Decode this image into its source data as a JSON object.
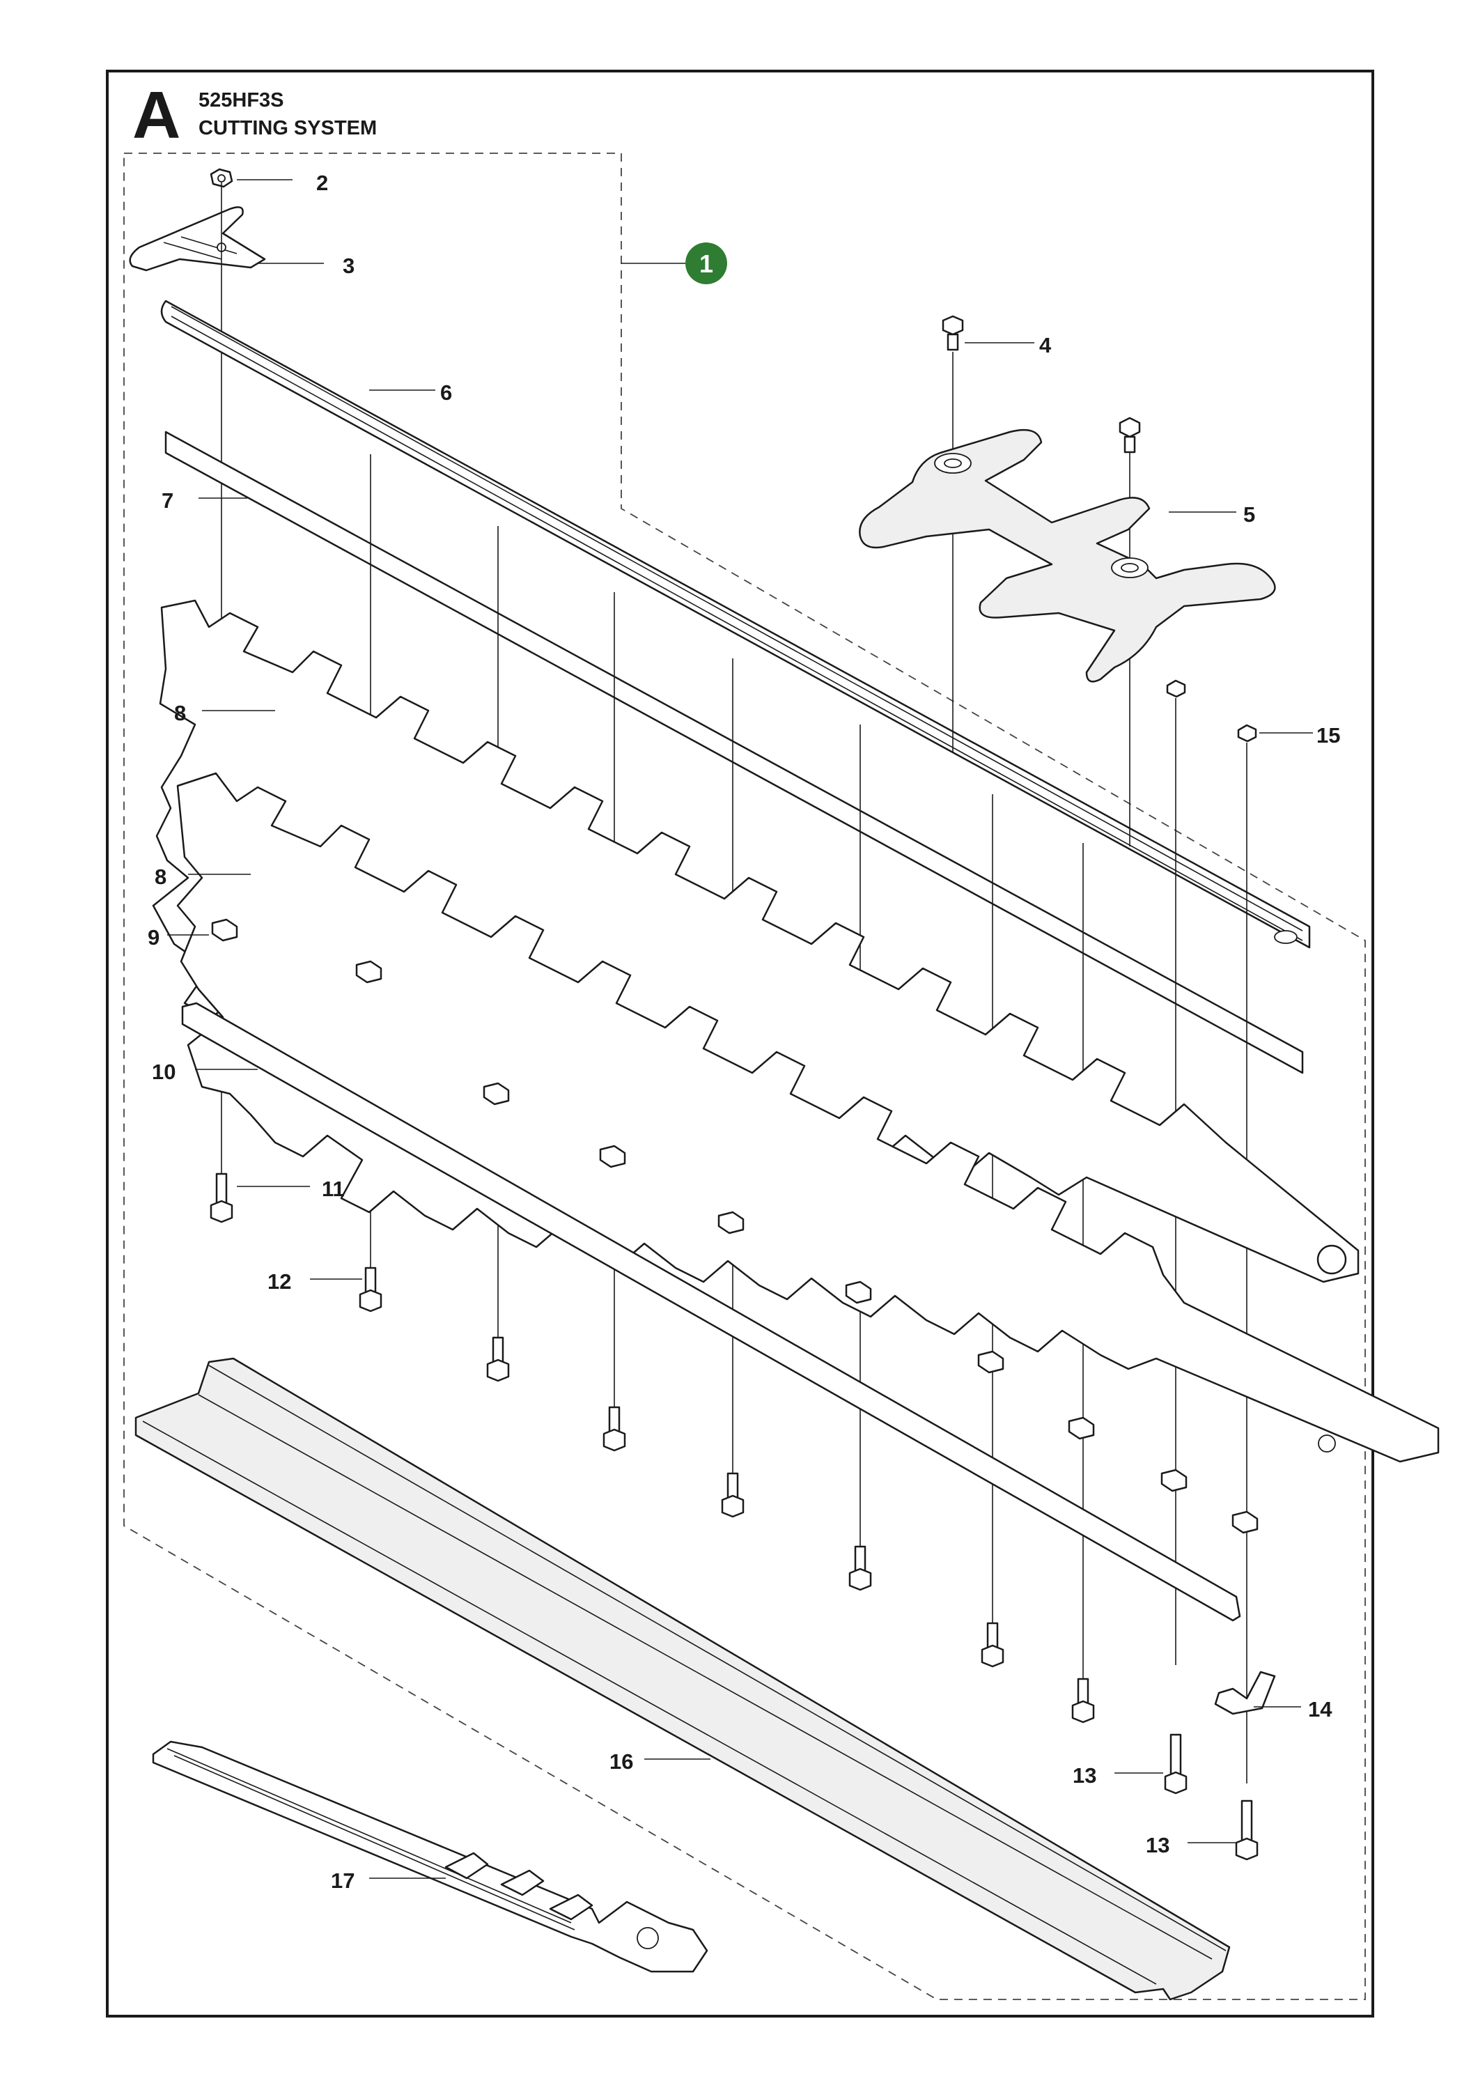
{
  "header": {
    "section_letter": "A",
    "model": "525HF3S",
    "title": "CUTTING SYSTEM"
  },
  "assembly_badge": {
    "label": "1",
    "color": "#2e7d32"
  },
  "callouts": {
    "c2": "2",
    "c3": "3",
    "c4": "4",
    "c5": "5",
    "c6": "6",
    "c7": "7",
    "c8a": "8",
    "c8b": "8",
    "c9": "9",
    "c10": "10",
    "c11": "11",
    "c12": "12",
    "c13a": "13",
    "c13b": "13",
    "c14": "14",
    "c15": "15",
    "c16": "16",
    "c17": "17"
  },
  "colors": {
    "ink": "#1a1a1a",
    "badge": "#2e7d32"
  }
}
